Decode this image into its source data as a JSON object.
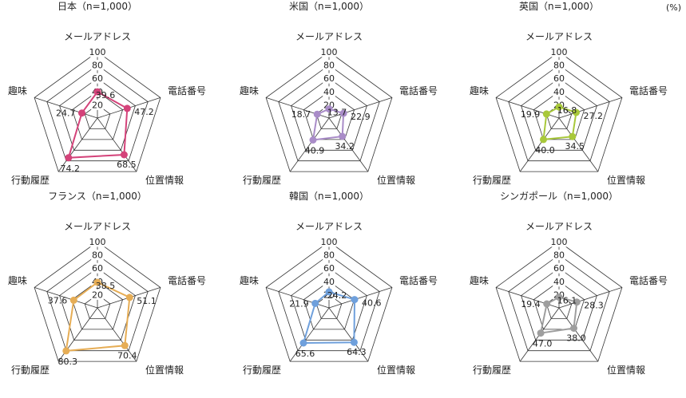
{
  "unit_label": "(%)",
  "axes": [
    "メールアドレス",
    "電話番号",
    "位置情報",
    "行動履歴",
    "趣味"
  ],
  "ticks": [
    "20",
    "40",
    "60",
    "80",
    "100"
  ],
  "chart_data": [
    {
      "type": "radar",
      "title": "日本（n=1,000）",
      "color": "#d4437a",
      "categories": [
        "メールアドレス",
        "電話番号",
        "位置情報",
        "行動履歴",
        "趣味"
      ],
      "values": [
        39.6,
        47.2,
        68.5,
        74.2,
        24.7
      ],
      "labels": [
        "39.6",
        "47.2",
        "68.5",
        "74.2",
        "24.7"
      ],
      "ylim": [
        0,
        100
      ]
    },
    {
      "type": "radar",
      "title": "米国（n=1,000）",
      "color": "#a98cc8",
      "categories": [
        "メールアドレス",
        "電話番号",
        "位置情報",
        "行動履歴",
        "趣味"
      ],
      "values": [
        13.7,
        22.9,
        34.2,
        40.9,
        18.7
      ],
      "labels": [
        "13.7",
        "22.9",
        "34.2",
        "40.9",
        "18.7"
      ],
      "ylim": [
        0,
        100
      ]
    },
    {
      "type": "radar",
      "title": "英国（n=1,000）",
      "color": "#a8c83a",
      "categories": [
        "メールアドレス",
        "電話番号",
        "位置情報",
        "行動履歴",
        "趣味"
      ],
      "values": [
        16.8,
        27.2,
        34.5,
        40.0,
        19.9
      ],
      "labels": [
        "16.8",
        "27.2",
        "34.5",
        "40.0",
        "19.9"
      ],
      "ylim": [
        0,
        100
      ]
    },
    {
      "type": "radar",
      "title": "フランス（n=1,000）",
      "color": "#e6ad55",
      "categories": [
        "メールアドレス",
        "電話番号",
        "位置情報",
        "行動履歴",
        "趣味"
      ],
      "values": [
        38.5,
        51.1,
        70.4,
        80.3,
        37.6
      ],
      "labels": [
        "38.5",
        "51.1",
        "70.4",
        "80.3",
        "37.6"
      ],
      "ylim": [
        0,
        100
      ]
    },
    {
      "type": "radar",
      "title": "韓国（n=1,000）",
      "color": "#6fa0dc",
      "categories": [
        "メールアドレス",
        "電話番号",
        "位置情報",
        "行動履歴",
        "趣味"
      ],
      "values": [
        24.2,
        40.6,
        64.3,
        65.6,
        21.9
      ],
      "labels": [
        "24.2",
        "40.6",
        "64.3",
        "65.6",
        "21.9"
      ],
      "ylim": [
        0,
        100
      ]
    },
    {
      "type": "radar",
      "title": "シンガポール（n=1,000）",
      "color": "#9e9e9e",
      "categories": [
        "メールアドレス",
        "電話番号",
        "位置情報",
        "行動履歴",
        "趣味"
      ],
      "values": [
        16.1,
        28.3,
        38.0,
        47.0,
        19.4
      ],
      "labels": [
        "16.1",
        "28.3",
        "38.0",
        "47.0",
        "19.4"
      ],
      "ylim": [
        0,
        100
      ]
    }
  ]
}
